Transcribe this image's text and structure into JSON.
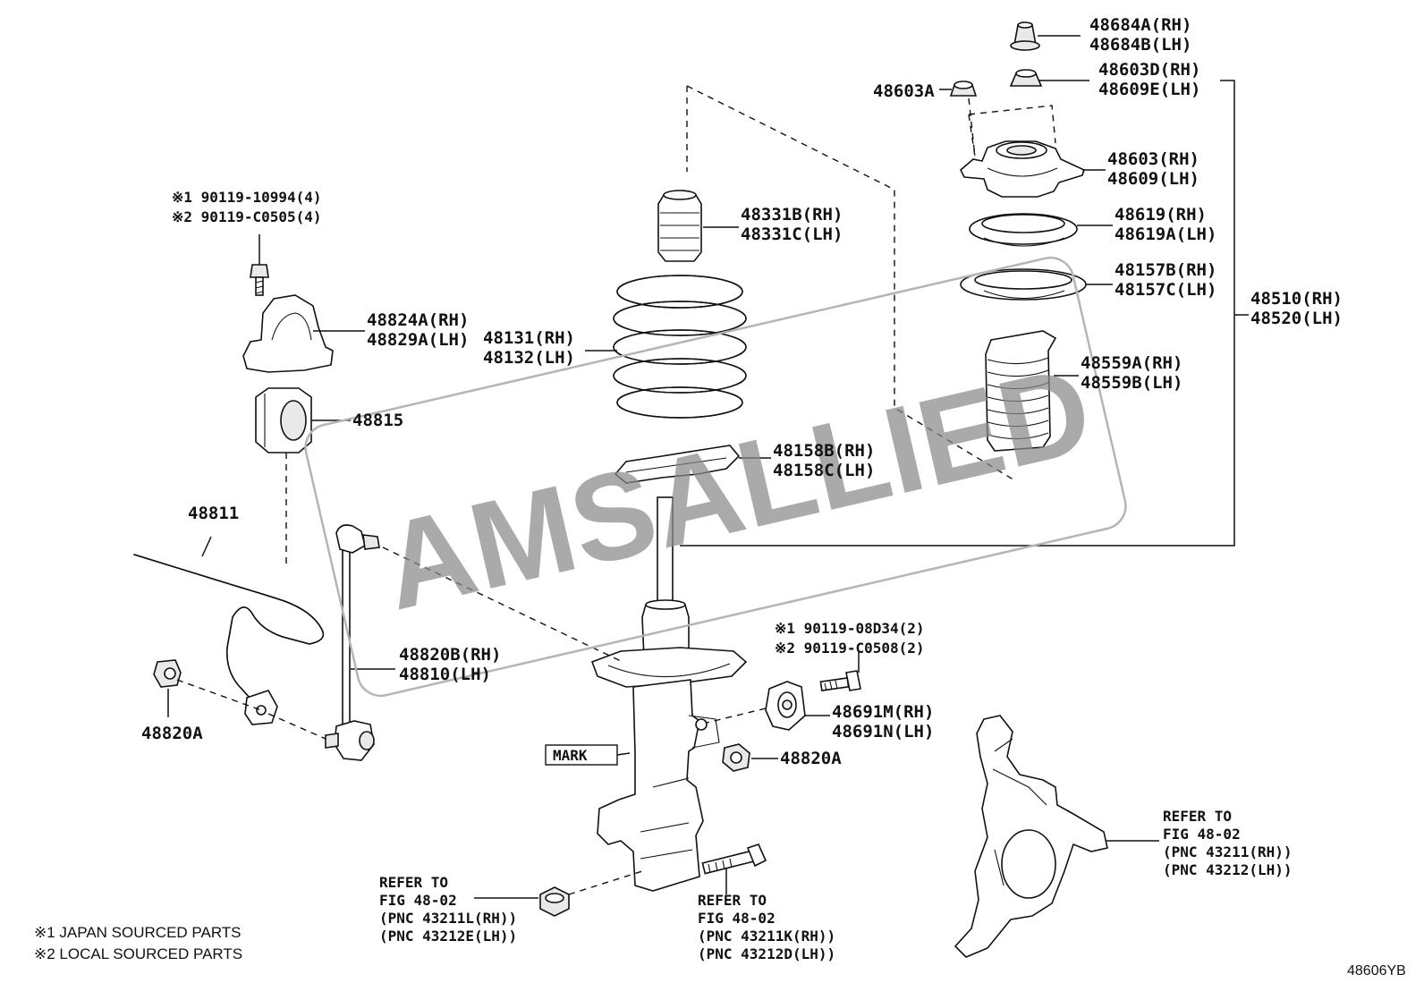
{
  "watermark": "AMSALLIED",
  "figure_id": "48606YB",
  "footnotes": [
    "※1 JAPAN SOURCED PARTS",
    "※2 LOCAL SOURCED PARTS"
  ],
  "mark_label": "MARK",
  "labels": {
    "p48684": [
      "48684A(RH)",
      "48684B(LH)"
    ],
    "p48603d": [
      "48603D(RH)",
      "48609E(LH)"
    ],
    "p48603a": "48603A",
    "p48603": [
      "48603(RH)",
      "48609(LH)"
    ],
    "p48619": [
      "48619(RH)",
      "48619A(LH)"
    ],
    "p48157": [
      "48157B(RH)",
      "48157C(LH)"
    ],
    "p48510": [
      "48510(RH)",
      "48520(LH)"
    ],
    "p48559": [
      "48559A(RH)",
      "48559B(LH)"
    ],
    "p48331": [
      "48331B(RH)",
      "48331C(LH)"
    ],
    "p48131": [
      "48131(RH)",
      "48132(LH)"
    ],
    "p48158": [
      "48158B(RH)",
      "48158C(LH)"
    ],
    "p48824": [
      "48824A(RH)",
      "48829A(LH)"
    ],
    "p48815": "48815",
    "p48811": "48811",
    "p48820b": [
      "48820B(RH)",
      "48810(LH)"
    ],
    "p48820a_left": "48820A",
    "p48820a_right": "48820A",
    "p48691": [
      "48691M(RH)",
      "48691N(LH)"
    ],
    "bolt_top": [
      "※1 90119-10994(4)",
      "※2 90119-C0505(4)"
    ],
    "bolt_strut": [
      "※1 90119-08D34(2)",
      "※2 90119-C0508(2)"
    ],
    "refer_nut": [
      "REFER TO",
      "FIG 48-02",
      "(PNC 43211L(RH))",
      "(PNC 43212E(LH))"
    ],
    "refer_bolt": [
      "REFER TO",
      "FIG 48-02",
      "(PNC 43211K(RH))",
      "(PNC 43212D(LH))"
    ],
    "refer_knuckle": [
      "REFER TO",
      "FIG 48-02",
      "(PNC 43211(RH))",
      "(PNC 43212(LH))"
    ]
  }
}
